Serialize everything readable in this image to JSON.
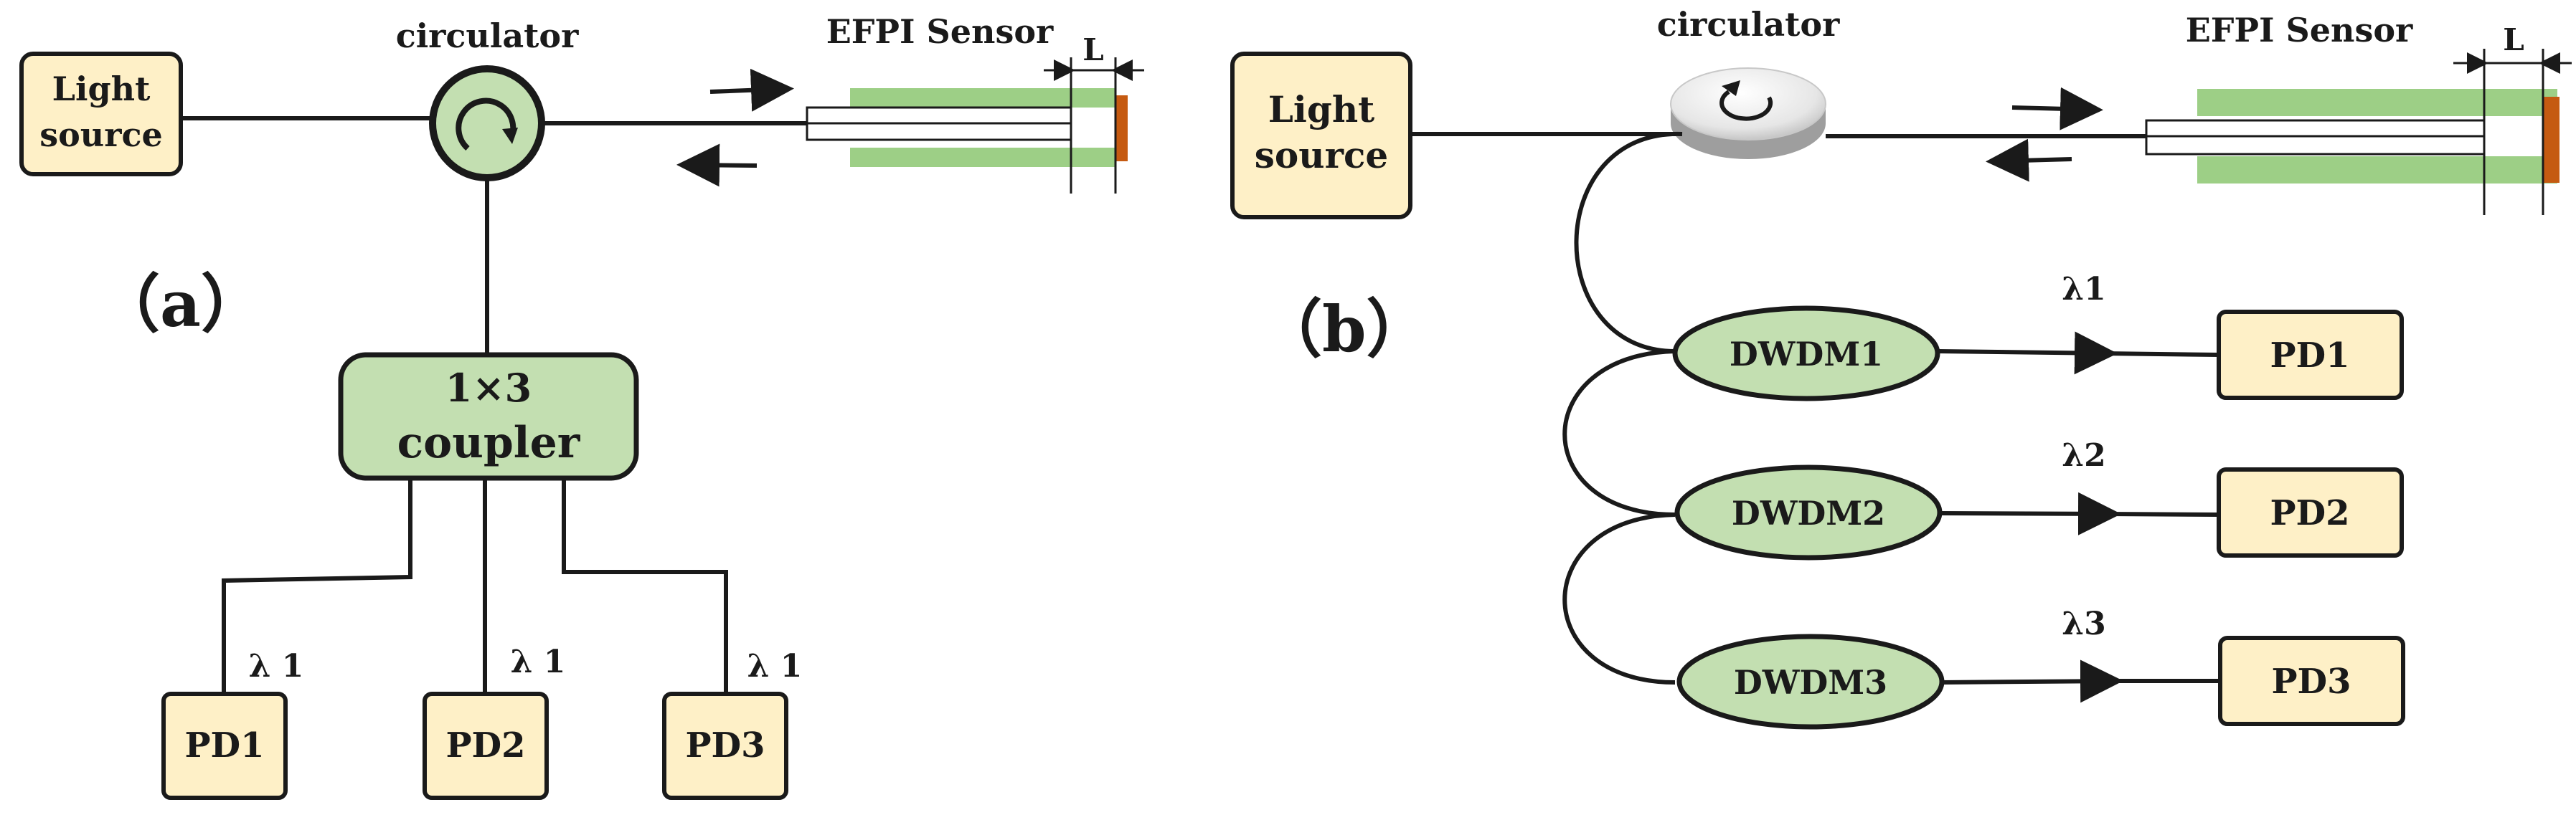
{
  "panel_a": {
    "panel_label": "（a）",
    "light_source": [
      "Light",
      "source"
    ],
    "circulator_label": "circulator",
    "sensor_label": "EFPI Sensor",
    "cavity_label": "L",
    "coupler": [
      "1×3",
      "coupler"
    ],
    "detectors": [
      "PD1",
      "PD2",
      "PD3"
    ],
    "wavelengths": [
      "λ 1",
      "λ 1",
      "λ 1"
    ]
  },
  "panel_b": {
    "panel_label": "（b）",
    "light_source": [
      "Light",
      "source"
    ],
    "circulator_label": "circulator",
    "sensor_label": "EFPI Sensor",
    "cavity_label": "L",
    "demux": [
      "DWDM1",
      "DWDM2",
      "DWDM3"
    ],
    "detectors": [
      "PD1",
      "PD2",
      "PD3"
    ],
    "wavelengths": [
      "λ1",
      "λ2",
      "λ3"
    ]
  },
  "colors": {
    "box_fill": "#fef0c7",
    "component_fill": "#c3dfb1",
    "sensor_green": "#9dcf86",
    "end_cap": "#c55a11",
    "line": "#1a1a1a"
  },
  "icons": {
    "circulator_a": "circular-arrow-icon",
    "circulator_b": "circular-arrow-icon"
  }
}
